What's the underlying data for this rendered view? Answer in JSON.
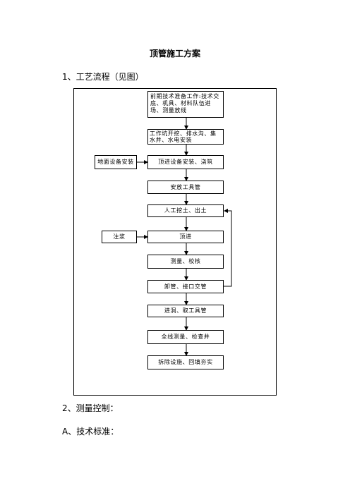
{
  "doc": {
    "title": "顶管施工方案",
    "section1": "1、工艺流程（见图）",
    "section2": "2、测量控制：",
    "sectionA": "A、技术标准："
  },
  "flow": {
    "step1": "前期技术准备工作:技术交底、机具、材料队伍进场、测量放线",
    "step2": "工作坑开挖、排水沟、集水井、水电安装",
    "step3": "顶进设备安装、浇筑",
    "side_ground": "地面设备安装",
    "step4": "安放工具管",
    "step5": "人工挖土、出土",
    "step6": "顶进",
    "side_grout": "注浆",
    "step7": "测量、校核",
    "step8": "卸管、接口交管",
    "step9": "进洞、取工具管",
    "step10": "全线测量、检查井",
    "step11": "拆除设施、回填夯实"
  }
}
